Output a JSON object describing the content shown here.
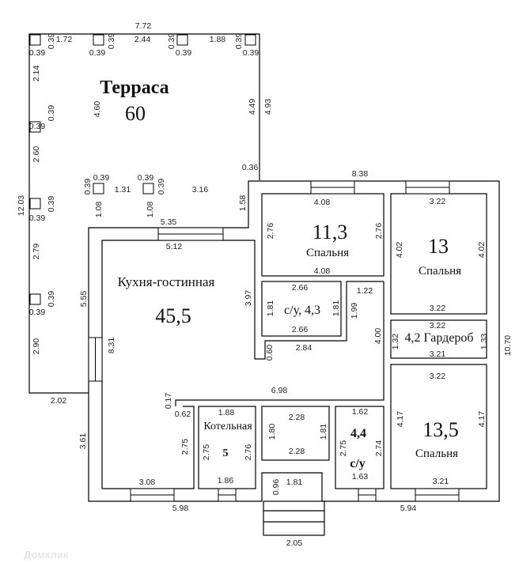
{
  "watermark": "Домклик",
  "rooms": [
    {
      "name": "Терраса",
      "area": "60"
    },
    {
      "name": "Кухня-гостинная",
      "area": "45,5"
    },
    {
      "name": "Спальня",
      "area": "11,3"
    },
    {
      "name": "Спальня",
      "area": "13"
    },
    {
      "label": "с/у, 4,3"
    },
    {
      "label": "4,2 Гардероб"
    },
    {
      "name": "Спальня",
      "area": "13,5"
    },
    {
      "name": "Котельная",
      "area": "5"
    },
    {
      "name": "с/у",
      "area": "4,4"
    }
  ],
  "dimensions": [
    "7.72",
    "1.72",
    "2.44",
    "1.88",
    "0.39",
    "0.39",
    "0.39",
    "0.39",
    "0.39",
    "0.39",
    "0.39",
    "0.39",
    "2.14",
    "4.60",
    "4.49",
    "4.93",
    "0.39",
    "0.39",
    "2.60",
    "0.36",
    "0.39",
    "0.39",
    "1.31",
    "0.39",
    "0.39",
    "3.16",
    "1.58",
    "0.39",
    "0.39",
    "12.03",
    "1.08",
    "1.08",
    "5.35",
    "5.12",
    "2.79",
    "0.39",
    "0.39",
    "5.55",
    "3.97",
    "8.31",
    "2.90",
    "2.02",
    "0.17",
    "0.62",
    "3.61",
    "2.75",
    "3.08",
    "5.98",
    "1.88",
    "2.75",
    "2.76",
    "1.86",
    "6.98",
    "2.28",
    "1.80",
    "1.81",
    "2.28",
    "0.96",
    "1.81",
    "2.05",
    "1.62",
    "2.75",
    "2.74",
    "1.63",
    "3.22",
    "4.17",
    "4.17",
    "3.21",
    "5.94",
    "10.70",
    "8.38",
    "4.08",
    "2.76",
    "2.76",
    "4.08",
    "3.22",
    "4.02",
    "4.02",
    "3.22",
    "2.66",
    "1.81",
    "1.81",
    "2.66",
    "1.22",
    "1.99",
    "4.00",
    "0.60",
    "2.84",
    "3.22",
    "1.32",
    "1.33",
    "3.21"
  ]
}
